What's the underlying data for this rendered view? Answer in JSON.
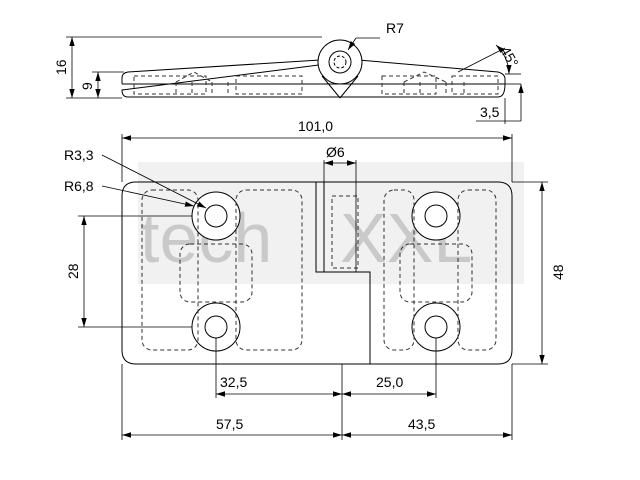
{
  "watermark": {
    "brand_left": "tech",
    "brand_right": "XXL"
  },
  "top_view": {
    "height_total": "16",
    "height_leaf": "9",
    "knuckle_radius": "R7",
    "bevel_angle": "45°",
    "bevel_offset": "3,5"
  },
  "front_view": {
    "overall_length": "101,0",
    "pin_diameter": "Ø6",
    "hole_radius": "R3,3",
    "boss_radius": "R6,8",
    "hole_spacing_vertical": "28",
    "overall_height": "48",
    "hole_to_axis_left": "32,5",
    "hole_to_axis_right": "25,0",
    "left_leaf_width": "57,5",
    "right_leaf_width": "43,5"
  },
  "colors": {
    "line": "#000000",
    "hidden_line": "#333333",
    "watermark": "#c9c9c9"
  }
}
